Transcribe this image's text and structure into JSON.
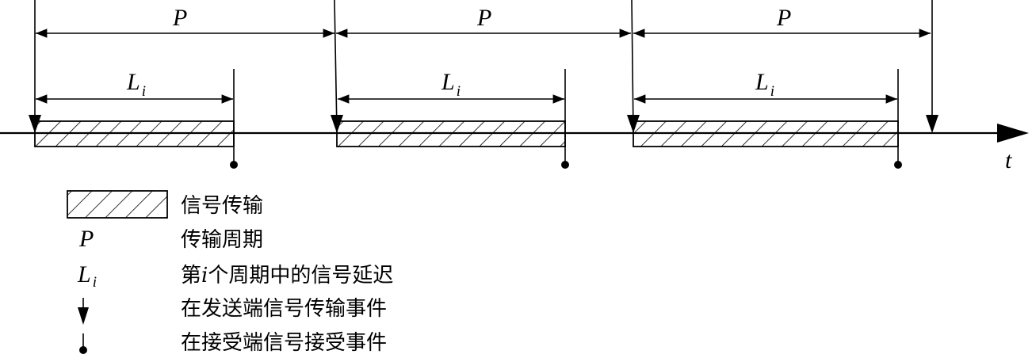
{
  "diagram": {
    "period_label": "P",
    "delay_label_main": "L",
    "delay_label_sub": "i",
    "axis_label": "t"
  },
  "legend": [
    {
      "symbol": "hatched-box",
      "text": "信号传输"
    },
    {
      "symbol": "P",
      "text": "传输周期"
    },
    {
      "symbol": "L_i",
      "text_before": "第",
      "text_italic": "i",
      "text_after": "个周期中的信号延迟"
    },
    {
      "symbol": "arrow-down",
      "text": "在发送端信号传输事件"
    },
    {
      "symbol": "dot",
      "text": "在接受端信号接受事件"
    }
  ]
}
